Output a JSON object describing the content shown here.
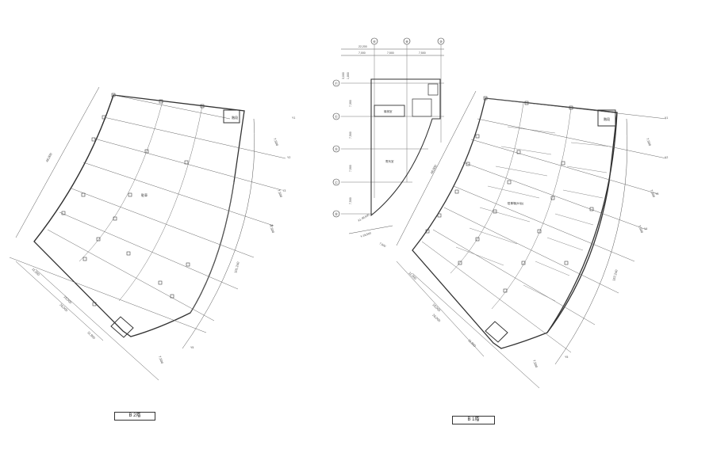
{
  "left_plan": {
    "caption": "B 2階",
    "room_label": "駐車",
    "core_label": "階段",
    "dims": [
      "48,000",
      "7,500",
      "7,500",
      "11,000",
      "7,500",
      "19,000",
      "11,900",
      "101,240",
      "26,000",
      "7,500"
    ],
    "axis_marks": [
      "Y1",
      "Y2",
      "Y3",
      "Y4",
      "Y5"
    ]
  },
  "right_plan": {
    "caption": "B 1階",
    "room_label": "駐車場(50台)",
    "core_label": "階段",
    "dims": [
      "48,000",
      "7,500",
      "7,500",
      "11,000",
      "7,500",
      "19,000",
      "11,900",
      "157,240",
      "26,000",
      "7,500"
    ],
    "axis_marks": [
      "Y1",
      "Y2",
      "Y3",
      "Y4",
      "Y5"
    ]
  },
  "middle_plan": {
    "grid_top": [
      "⑥",
      "⑧",
      "⑩"
    ],
    "grid_side": [
      "Ⓕ",
      "Ⓔ",
      "Ⓓ",
      "Ⓒ",
      "Ⓑ"
    ],
    "dims_top": [
      "22,200",
      "7,000",
      "7,500",
      "7,500"
    ],
    "dims_side": [
      "3,000",
      "1,800",
      "7,300",
      "7,500",
      "7,500",
      "7,500"
    ],
    "room_labels": [
      "機械室",
      "電気室"
    ],
    "curve_dims": [
      "X1-39,500",
      "Y-18,500",
      "7,500"
    ]
  }
}
